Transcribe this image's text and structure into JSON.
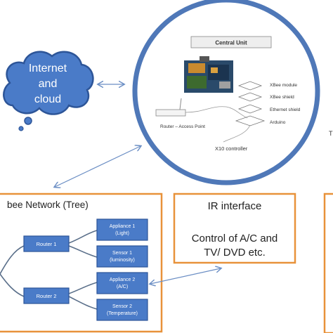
{
  "cloud": {
    "line1": "Internet",
    "line2": "and",
    "line3": "cloud"
  },
  "central_unit": {
    "title": "Central Unit",
    "stack": [
      "XBee module",
      "XBee shield",
      "Ethernet shield",
      "Arduino"
    ],
    "router_label": "Router – Access Point",
    "x10_label": "X10 controller",
    "edge_letter": "T"
  },
  "zigbee": {
    "title": "bee Network (Tree)",
    "routers": [
      "Router 1",
      "Router 2"
    ],
    "leaves": [
      {
        "line1": "Appliance 1",
        "line2": "(Light)"
      },
      {
        "line1": "Sensor 1",
        "line2": "(luminosity)"
      },
      {
        "line1": "Appliance 2",
        "line2": "(A/C)"
      },
      {
        "line1": "Sensor 2",
        "line2": "(Temperature)"
      }
    ]
  },
  "ir": {
    "title": "IR interface",
    "line1": "Control of A/C and",
    "line2": "TV/ DVD etc."
  },
  "colors": {
    "cloud_fill": "#4a7bc8",
    "cloud_stroke": "#2d5598",
    "circle_stroke": "#4f78b8",
    "box_stroke": "#e8923a",
    "node_fill": "#4a7bc8",
    "node_stroke": "#2d5598",
    "connector": "#6b8ec4",
    "edge": "#5a6f8a"
  }
}
